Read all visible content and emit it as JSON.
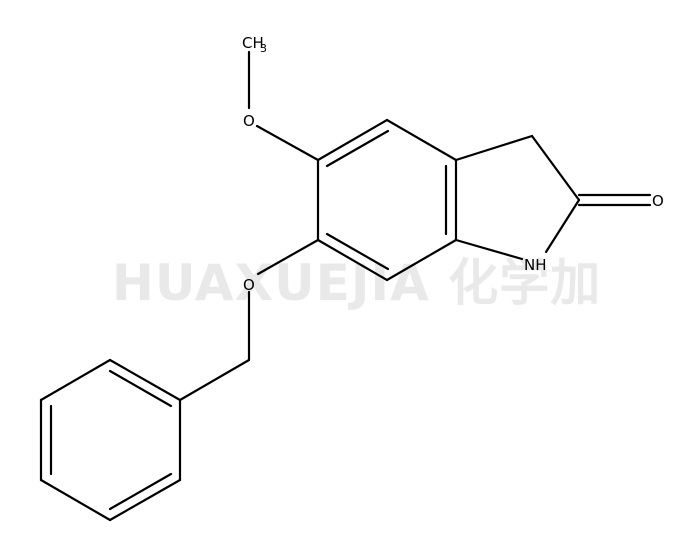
{
  "watermark": {
    "text": "HUAXUEJIA 化学加"
  },
  "atoms": {
    "methyl_main": "CH",
    "methyl_sub": "3",
    "methoxy_oxygen": "O",
    "benzyloxy_oxygen": "O",
    "carbonyl_oxygen": "O",
    "amine": "NH"
  },
  "colors": {
    "bond": "#000000",
    "watermark": "#e9e9e9",
    "background": "#ffffff"
  }
}
